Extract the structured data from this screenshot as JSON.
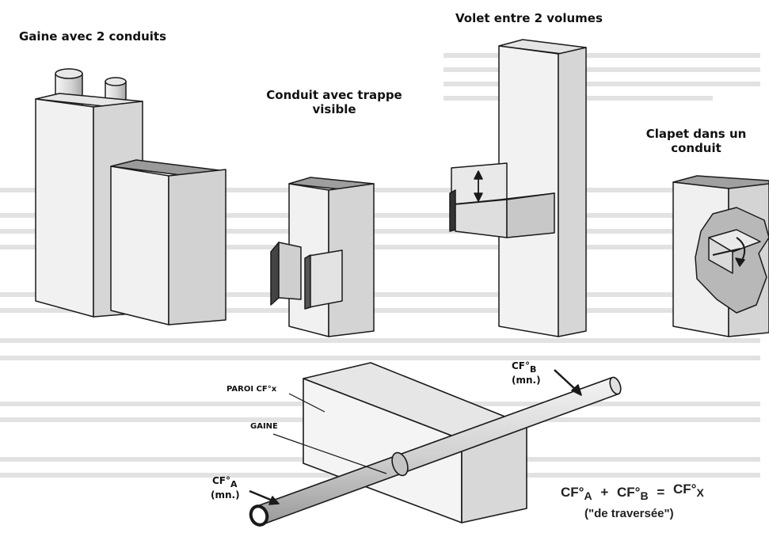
{
  "labels": {
    "gaine_deux_conduits": "Gaine avec 2 conduits",
    "conduit_trappe_line1": "Conduit avec trappe",
    "conduit_trappe_line2": "visible",
    "volet_deux_volumes": "Volet entre 2 volumes",
    "clapet_line1": "Clapet dans un",
    "clapet_line2": "conduit",
    "paroi": "PAROI CF°x",
    "gaine": "GAINE",
    "cfb_main": "CF°",
    "cfb_sub": "B",
    "cfb_note": "(mn.)",
    "cfa_main": "CF°",
    "cfa_sub": "A",
    "cfa_note": "(mn.)"
  },
  "formula": {
    "a_main": "CF°",
    "a_sub": "A",
    "plus": "+",
    "b_main": "CF°",
    "b_sub": "B",
    "equals": "=",
    "x_main": "CF°",
    "x_sup": "X",
    "caption": "(\"de traversée\")"
  },
  "colors": {
    "stroke": "#1a1a1a",
    "face_light": "#efefef",
    "face_mid": "#dcdcdc",
    "face_dark": "#bdbdbd",
    "background_text": "#d9d9d9"
  }
}
